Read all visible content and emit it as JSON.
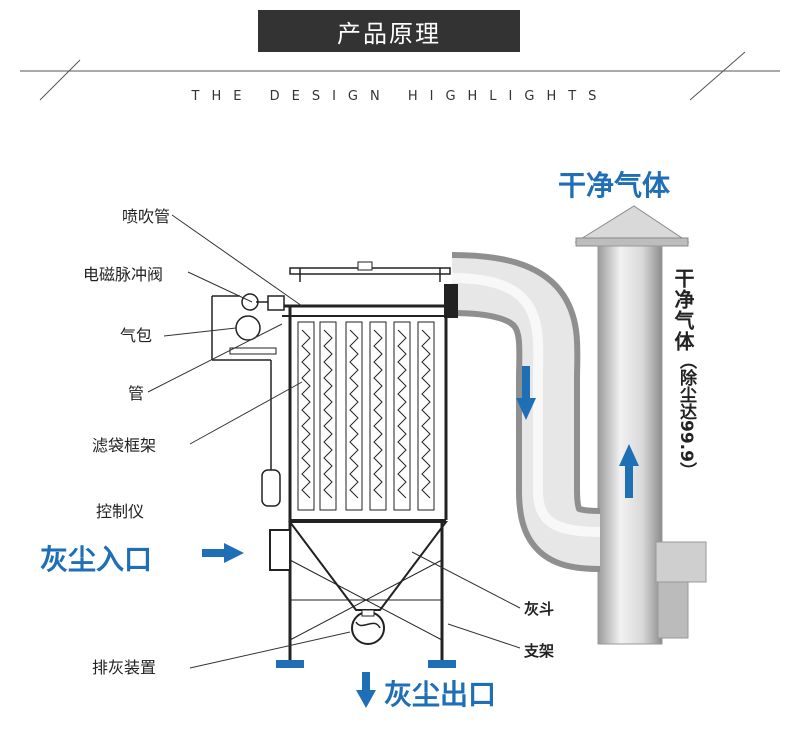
{
  "header": {
    "title": "产品原理",
    "subtitle": "THE DESIGN HIGHLIGHTS"
  },
  "labels": {
    "spray_pipe": "喷吹管",
    "pulse_valve": "电磁脉冲阀",
    "air_bag": "气包",
    "pipe": "管",
    "bag_frame": "滤袋框架",
    "controller": "控制仪",
    "dust_inlet": "灰尘入口",
    "ash_hopper": "灰斗",
    "support": "支架",
    "ash_discharge": "排灰装置",
    "dust_outlet": "灰尘出口",
    "clean_gas": "干净气体",
    "clean_gas_vertical": "干净气体",
    "removal_rate": "（除尘达99.9）"
  },
  "colors": {
    "accent_blue": "#1f6fb6",
    "title_bg": "#333333"
  }
}
